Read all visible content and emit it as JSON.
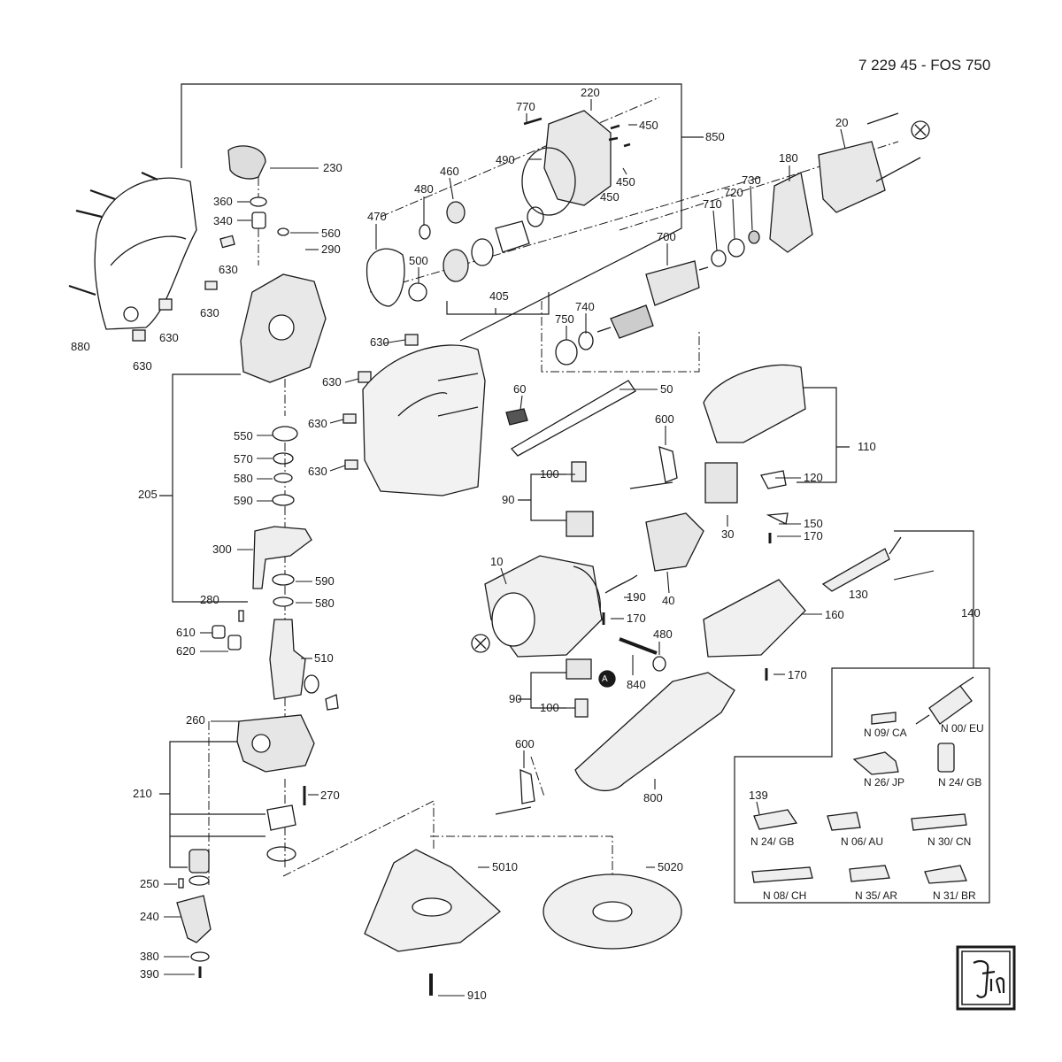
{
  "document": {
    "title": "7 229 45 - FOS 750"
  },
  "labels": {
    "p770": "770",
    "p220": "220",
    "p450a": "450",
    "p450b": "450",
    "p450c": "450",
    "p850": "850",
    "p490": "490",
    "p460": "460",
    "p480a": "480",
    "p470": "470",
    "p500": "500",
    "p405": "405",
    "p20": "20",
    "p180": "180",
    "p730": "730",
    "p720": "720",
    "p710": "710",
    "p700": "700",
    "p750": "750",
    "p740": "740",
    "p230": "230",
    "p360": "360",
    "p340": "340",
    "p560": "560",
    "p290": "290",
    "p630a": "630",
    "p630b": "630",
    "p630c": "630",
    "p630d": "630",
    "p630e": "630",
    "p630f": "630",
    "p630g": "630",
    "p630h": "630",
    "p880": "880",
    "p60": "60",
    "p50": "50",
    "p600a": "600",
    "p110": "110",
    "p120": "120",
    "p150": "150",
    "p170a": "170",
    "p100a": "100",
    "p90a": "90",
    "p30": "30",
    "p205": "205",
    "p550": "550",
    "p570": "570",
    "p580a": "580",
    "p590a": "590",
    "p300": "300",
    "p590b": "590",
    "p280": "280",
    "p580b": "580",
    "p10": "10",
    "p190": "190",
    "p170b": "170",
    "p40": "40",
    "p130": "130",
    "p160": "160",
    "p140": "140",
    "p610": "610",
    "p620": "620",
    "p510": "510",
    "p480b": "480",
    "p840": "840",
    "p170c": "170",
    "p90b": "90",
    "p100b": "100",
    "p260": "260",
    "p270": "270",
    "p210": "210",
    "p600b": "600",
    "p800": "800",
    "p250": "250",
    "p240": "240",
    "p380": "380",
    "p390": "390",
    "p5010": "5010",
    "p5020": "5020",
    "p910": "910",
    "p139": "139",
    "markerA": "A"
  },
  "plugs": {
    "n09": "N 09/ CA",
    "n00": "N 00/ EU",
    "n26": "N 26/ JP",
    "n24gb_a": "N 24/ GB",
    "n24gb_b": "N 24/ GB",
    "n06": "N 06/ AU",
    "n30": "N 30/ CN",
    "n08": "N 08/ CH",
    "n35": "N 35/ AR",
    "n31": "N 31/ BR"
  },
  "colors": {
    "ink": "#1a1a1a",
    "part_fill": "#ffffff",
    "part_dark": "#555555",
    "part_mid": "#9a9a9a"
  }
}
